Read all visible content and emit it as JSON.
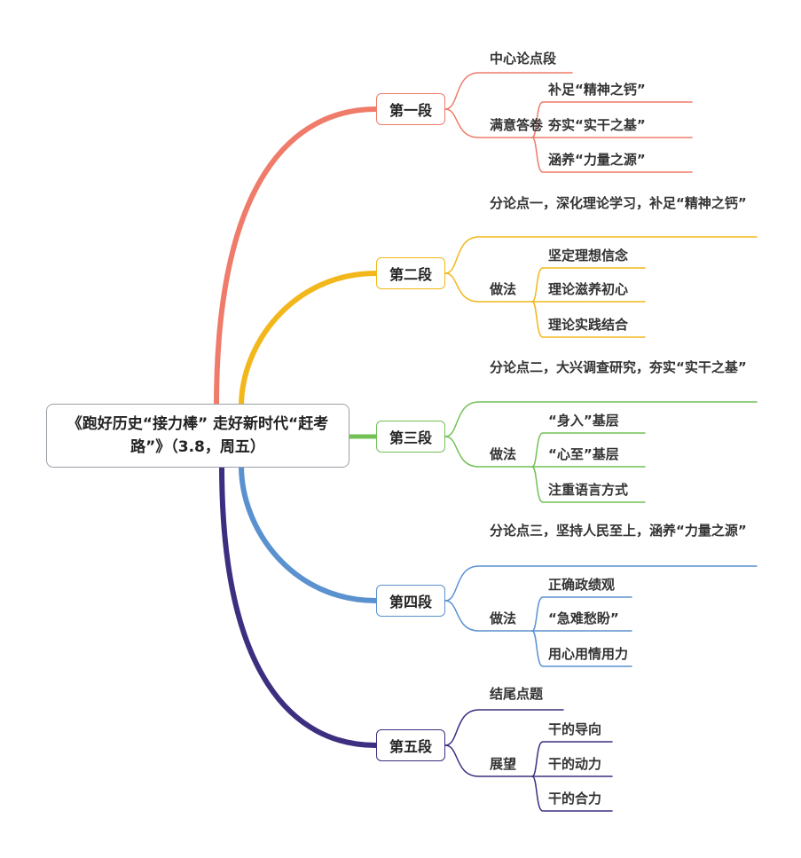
{
  "center": "《跑好历史“接力棒” 走好新时代“赶考路”》（3.8，周五）",
  "sections": [
    {
      "title": "第一段",
      "color": "#ef7b6a",
      "point": "中心论点段",
      "sub_label": "满意答卷",
      "items": [
        "补足“精神之钙”",
        "夯实“实干之基”",
        "涵养“力量之源”"
      ]
    },
    {
      "title": "第二段",
      "color": "#f2b71a",
      "point": "分论点一，深化理论学习，补足“精神之钙”",
      "sub_label": "做法",
      "items": [
        "坚定理想信念",
        "理论滋养初心",
        "理论实践结合"
      ]
    },
    {
      "title": "第三段",
      "color": "#72c157",
      "point": "分论点二，大兴调查研究，夯实“实干之基”",
      "sub_label": "做法",
      "items": [
        "“身入”基层",
        "“心至”基层",
        "注重语言方式"
      ]
    },
    {
      "title": "第四段",
      "color": "#5a91cf",
      "point": "分论点三，坚持人民至上，涵养“力量之源”",
      "sub_label": "做法",
      "items": [
        "正确政绩观",
        "“急难愁盼”",
        "用心用情用力"
      ]
    },
    {
      "title": "第五段",
      "color": "#3d2e80",
      "point": "结尾点题",
      "sub_label": "展望",
      "items": [
        "干的导向",
        "干的动力",
        "干的合力"
      ]
    }
  ]
}
